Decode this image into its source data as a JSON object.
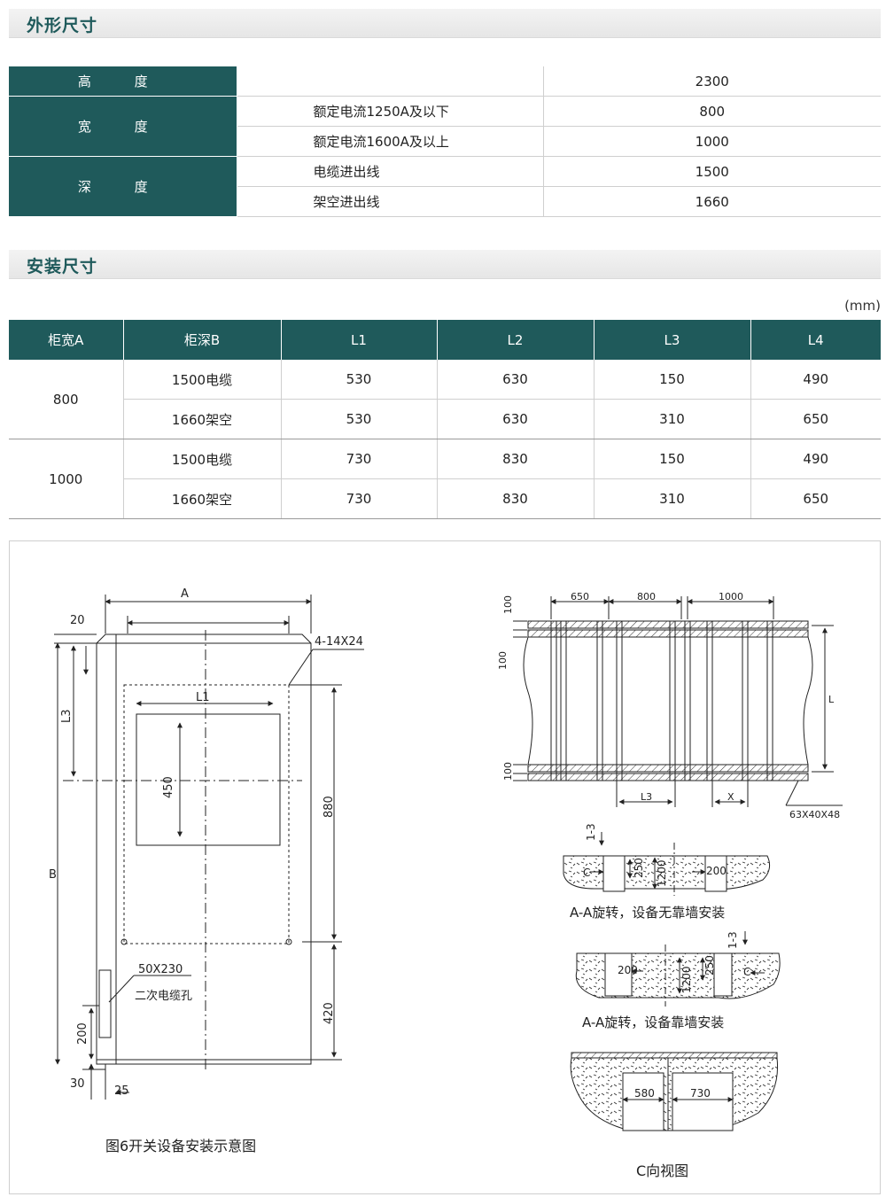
{
  "sections": {
    "outline_title": "外形尺寸",
    "install_title": "安装尺寸"
  },
  "outline": {
    "height_label": "高 度",
    "height_value": "2300",
    "width_label": "宽 度",
    "width_rows": [
      {
        "cond": "额定电流1250A及以下",
        "value": "800"
      },
      {
        "cond": "额定电流1600A及以上",
        "value": "1000"
      }
    ],
    "depth_label": "深 度",
    "depth_rows": [
      {
        "cond": "电缆进出线",
        "value": "1500"
      },
      {
        "cond": "架空进出线",
        "value": "1660"
      }
    ]
  },
  "install": {
    "unit": "(mm)",
    "headers": [
      "柜宽A",
      "柜深B",
      "L1",
      "L2",
      "L3",
      "L4"
    ],
    "groups": [
      {
        "width": "800",
        "rows": [
          {
            "depth": "1500电缆",
            "l1": "530",
            "l2": "630",
            "l3": "150",
            "l4": "490"
          },
          {
            "depth": "1660架空",
            "l1": "530",
            "l2": "630",
            "l3": "310",
            "l4": "650"
          }
        ]
      },
      {
        "width": "1000",
        "rows": [
          {
            "depth": "1500电缆",
            "l1": "730",
            "l2": "830",
            "l3": "150",
            "l4": "490"
          },
          {
            "depth": "1660架空",
            "l1": "730",
            "l2": "830",
            "l3": "310",
            "l4": "650"
          }
        ]
      }
    ]
  },
  "drawing": {
    "fig6_caption": "图6开关设备安装示意图",
    "left": {
      "dim_A": "A",
      "dim_20": "20",
      "holes": "4-14X24",
      "dim_L1": "L1",
      "dim_L3": "L3",
      "dim_450": "450",
      "dim_880": "880",
      "dim_B": "B",
      "cable_hole_size": "50X230",
      "cable_hole_label": "二次电缆孔",
      "dim_420": "420",
      "dim_200": "200",
      "dim_30": "30",
      "dim_25": "25"
    },
    "right": {
      "dim_650": "650",
      "dim_800": "800",
      "dim_1000": "1000",
      "dim_100a": "100",
      "dim_100b": "100",
      "dim_100c": "100",
      "dim_L": "L",
      "dim_L3": "L3",
      "dim_X": "X",
      "steel": "63X40X48",
      "s1_label": "1-3",
      "s1_250": "250",
      "s1_1200": "1200",
      "s1_200": "200",
      "s1_C": "C",
      "s1_caption": "A-A旋转，设备无靠墙安装",
      "s2_label": "1-3",
      "s2_200": "200",
      "s2_1200": "1200",
      "s2_250": "250",
      "s2_C": "C",
      "s2_caption": "A-A旋转，设备靠墙安装",
      "s3_580": "580",
      "s3_730": "730",
      "s3_caption": "C向视图"
    }
  }
}
